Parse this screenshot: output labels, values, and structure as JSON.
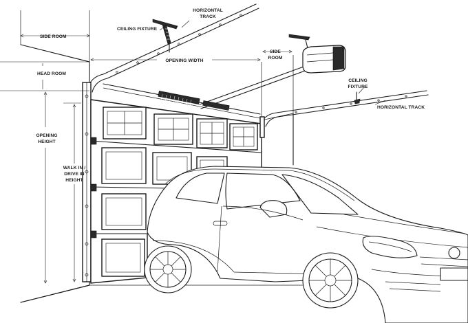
{
  "labels": {
    "horizontal_track_top": [
      "HORIZONTAL",
      "TRACK"
    ],
    "ceiling_fixture_left": "CEILING FIXTURE",
    "side_room_left": "SIDE ROOM",
    "opening_width": "OPENING WIDTH",
    "side_room_right": [
      "SIDE",
      "ROOM"
    ],
    "head_room": "HEAD ROOM",
    "ceiling_fixture_right": [
      "CEILING",
      "FIXTURE"
    ],
    "horizontal_track_right": "HORIZONTAL TRACK",
    "opening_height": [
      "OPENING",
      "HEIGHT"
    ],
    "walk_in_height": [
      "WALK IN /",
      "DRIVE IN",
      "HEIGHT"
    ]
  },
  "colors": {
    "line": "#1a1a1a",
    "background": "#ffffff",
    "panel_dark": "#2a2a2a"
  }
}
